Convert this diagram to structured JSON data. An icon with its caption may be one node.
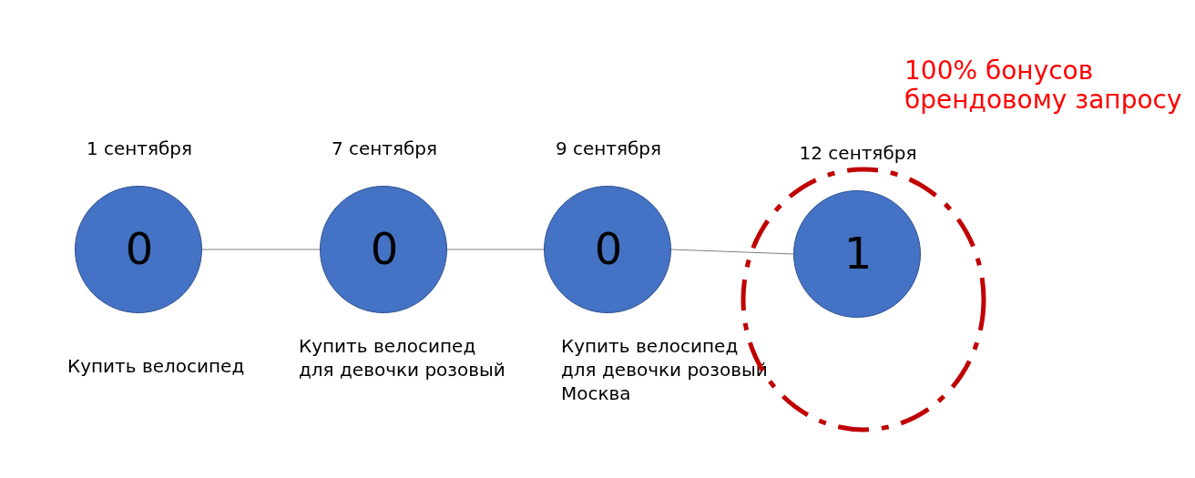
{
  "diagram": {
    "nodes": [
      {
        "text": [
          "0"
        ],
        "beside": [
          "1 сентября",
          "Купить велосипед"
        ]
      },
      {
        "text": [
          "0"
        ],
        "beside": [
          "7 сентября",
          "Купить велосипед для девочки розовый"
        ]
      },
      {
        "text": [
          "0"
        ],
        "beside": [
          "9 сентября",
          "Купить велосипед для девочки розовый Москва"
        ]
      },
      {
        "text": [],
        "shape": "circle",
        "beside": [
          "100% бонусов брендовому запросу"
        ]
      },
      {
        "text": [
          "1"
        ],
        "in": 3,
        "beside": [
          "12 сентября"
        ]
      }
    ],
    "edges": [
      {
        "from": 0,
        "to": 1,
        "arrow": "none"
      },
      {
        "from": 1,
        "to": 2,
        "arrow": "none"
      },
      {
        "from": 2,
        "to": 4,
        "arrow": "none"
      }
    ]
  }
}
